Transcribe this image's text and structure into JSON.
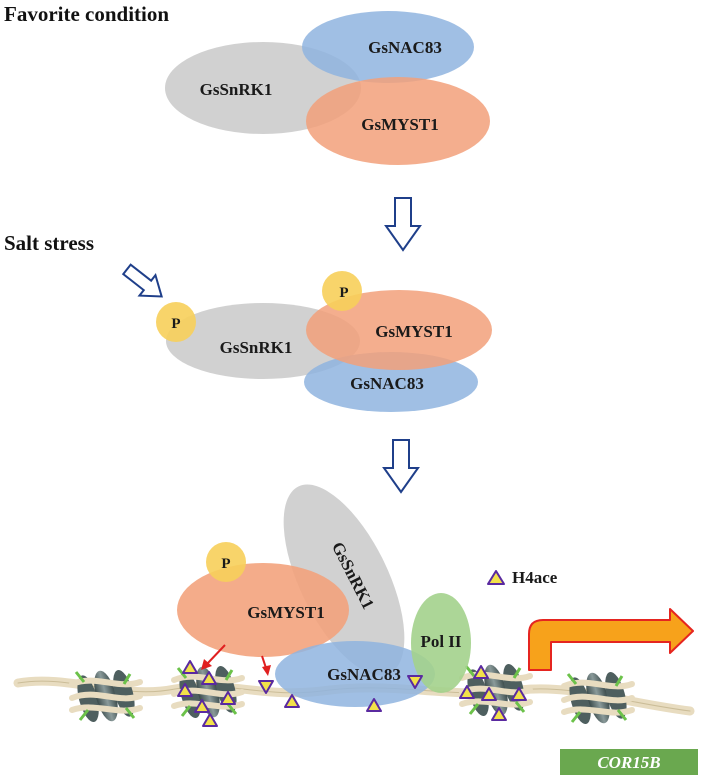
{
  "panels": {
    "top": {
      "title": "Favorite condition",
      "nac": "GsNAC83",
      "snrk": "GsSnRK1",
      "myst": "GsMYST1"
    },
    "middle": {
      "title": "Salt stress",
      "p1": "P",
      "p2": "P",
      "snrk": "GsSnRK1",
      "myst": "GsMYST1",
      "nac": "GsNAC83"
    },
    "bottom": {
      "p": "P",
      "snrk": "GsSnRK1",
      "myst": "GsMYST1",
      "nac": "GsNAC83",
      "polii": "Pol II",
      "legend": "H4ace",
      "gene": "COR15B"
    }
  },
  "colors": {
    "snrk": "#c9c9c9",
    "nac": "#8fb4df",
    "myst": "#f2a07a",
    "phospho": "#f7cf5a",
    "polii": "#a3d18c",
    "gene_box": "#6aa84f",
    "arrow_outline": "#1f3f8a",
    "red_arrow": "#e02020",
    "transcription_arrow_fill": "#f7a21b",
    "transcription_arrow_stroke": "#e52520",
    "h4ace_fill": "#f2e14a",
    "h4ace_stroke": "#5a2aa0",
    "dna": "#e8dcc0"
  }
}
